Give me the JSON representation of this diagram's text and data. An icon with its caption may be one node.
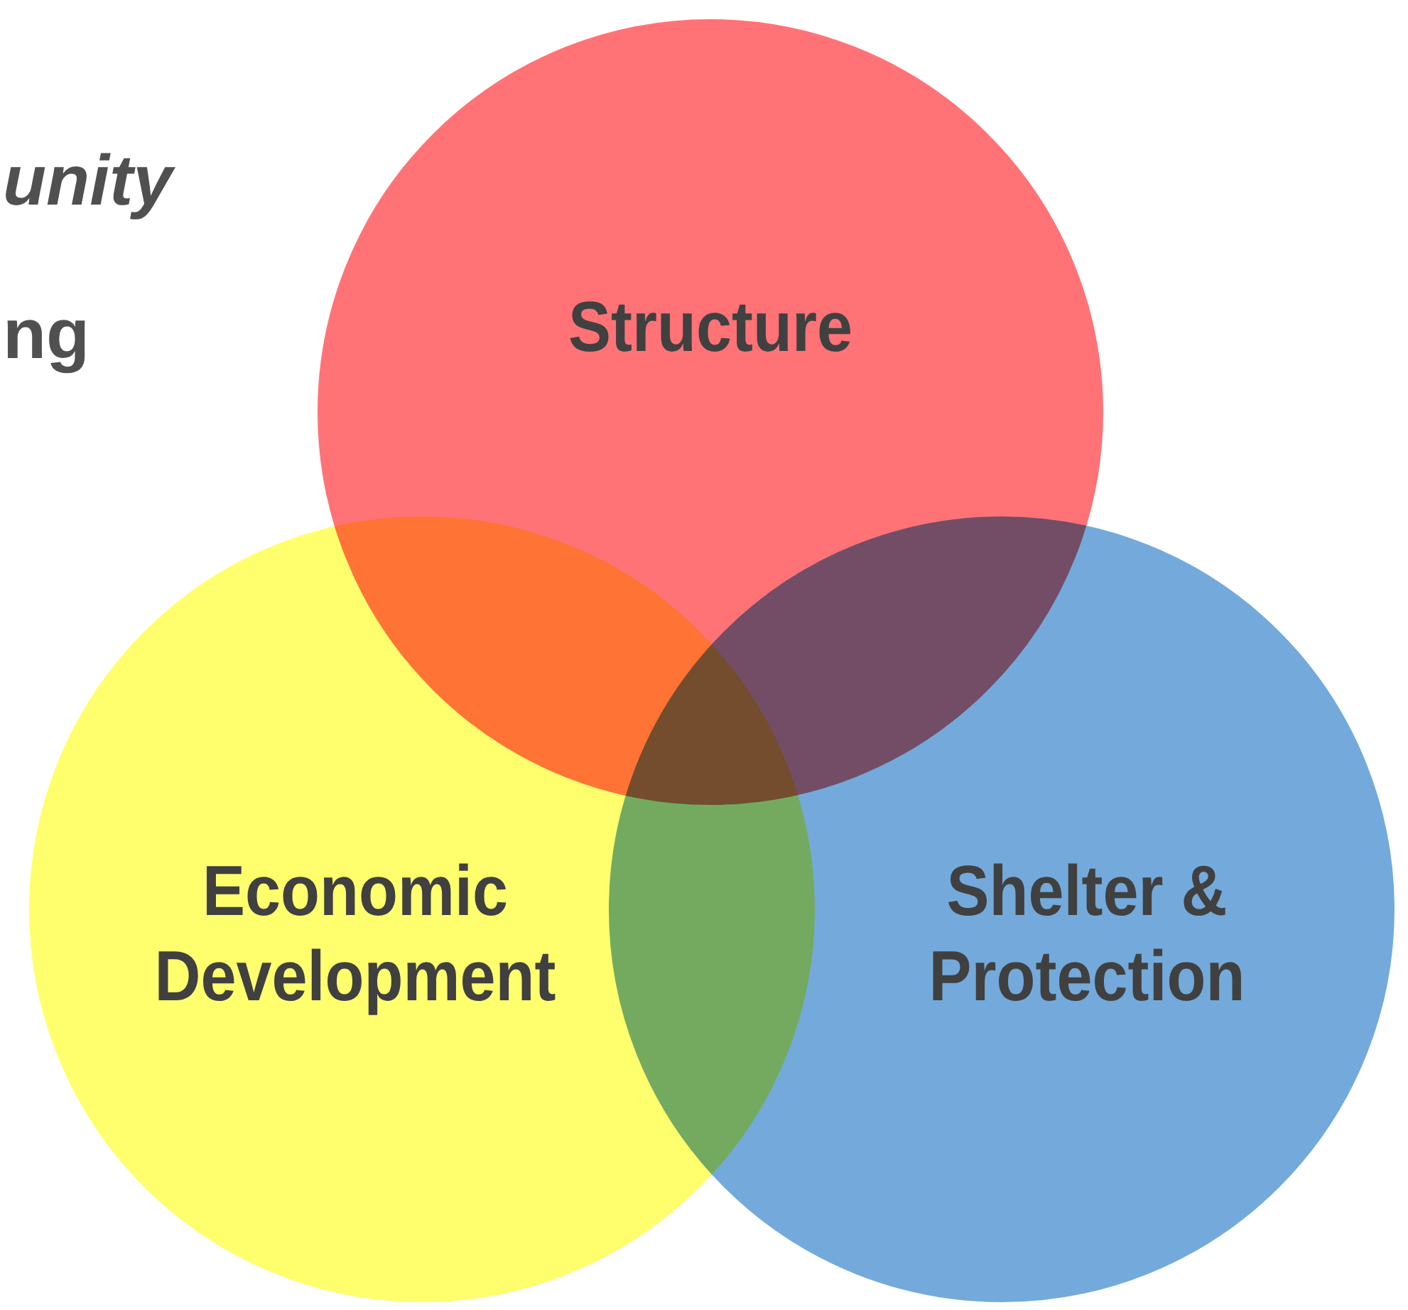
{
  "diagram": {
    "nodes": [
      {
        "text": [
          "Structure"
        ]
      },
      {
        "text": [
          "Economic Development"
        ]
      },
      {
        "text": [
          "Shelter & Protection"
        ]
      }
    ],
    "labels": [
      "unity",
      "ng"
    ]
  }
}
